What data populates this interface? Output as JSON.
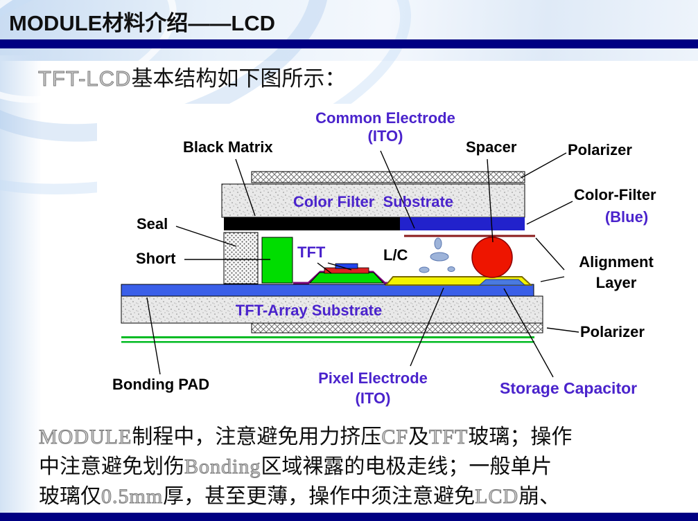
{
  "slide": {
    "title": "MODULE材料介绍——LCD",
    "subtitle_en": "TFT-LCD",
    "subtitle_zh": "基本结构如下图所示："
  },
  "diagram": {
    "labels": {
      "common_electrode": "Common Electrode",
      "common_electrode_sub": "(ITO)",
      "black_matrix": "Black Matrix",
      "spacer": "Spacer",
      "polarizer_top": "Polarizer",
      "color_filter_substrate": "Color Filter  Substrate",
      "color_filter": "Color-Filter",
      "color_filter_sub": "(Blue)",
      "seal": "Seal",
      "short": "Short",
      "tft": "TFT",
      "lc": "L/C",
      "alignment_line1": "Alignment",
      "alignment_line2": "Layer",
      "tft_array_substrate": "TFT-Array Substrate",
      "polarizer_bottom": "Polarizer",
      "bonding_pad": "Bonding PAD",
      "pixel_electrode": "Pixel Electrode",
      "pixel_electrode_sub": "(ITO)",
      "storage_capacitor": "Storage Capacitor"
    }
  },
  "body_text": {
    "line1": [
      "MODULE",
      "制程中，注意避免用力挤压",
      "CF",
      "及",
      "TFT",
      "玻璃；操作"
    ],
    "line2": [
      "中注意避免划伤",
      "Bonding",
      "区域裸露的电极走线；一般单片"
    ],
    "line3": [
      "玻璃仅",
      "0.5mm",
      "厚，甚至更薄，操作中须注意避免",
      "LCD",
      "崩、"
    ]
  },
  "colors": {
    "header_bar_navy": "#000082",
    "label_purple": "#4a23cc",
    "seal_green": "#00dd00",
    "spacer_red": "#ee1500",
    "color_filter_blue": "#2222cc",
    "substrate_glass_blue": "#3a5fe8",
    "pixel_electrode_yellow": "#f2f200"
  }
}
